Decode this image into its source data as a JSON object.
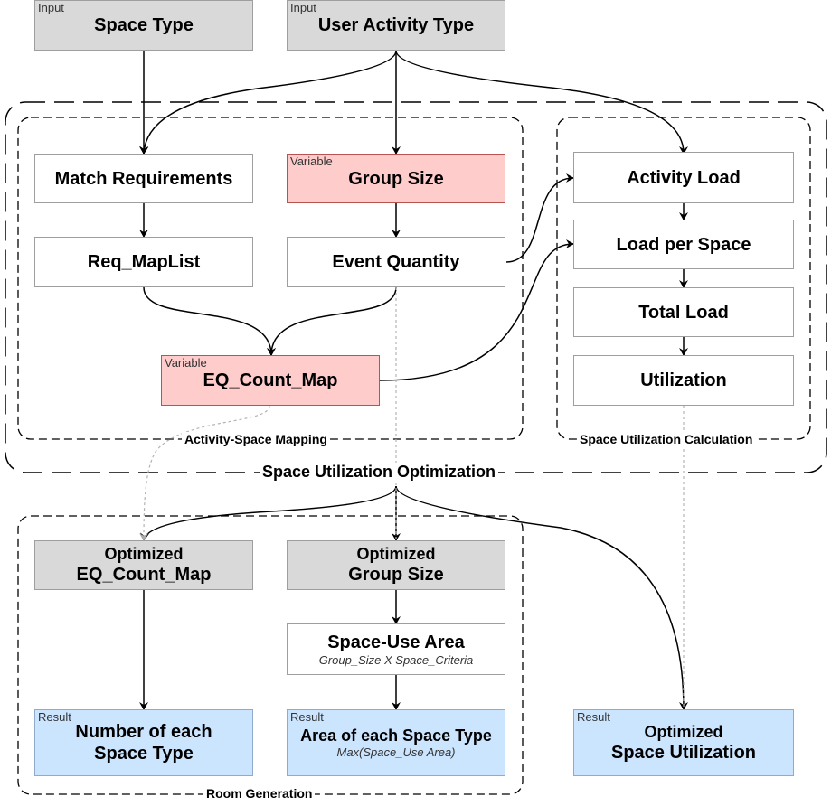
{
  "tags": {
    "input": "Input",
    "variable": "Variable",
    "result": "Result"
  },
  "nodes": {
    "space_type": "Space Type",
    "user_activity_type": "User Activity Type",
    "match_requirements": "Match Requirements",
    "group_size": "Group Size",
    "req_maplist": "Req_MapList",
    "event_quantity": "Event Quantity",
    "eq_count_map": "EQ_Count_Map",
    "activity_load": "Activity Load",
    "load_per_space": "Load per Space",
    "total_load": "Total Load",
    "utilization": "Utilization",
    "opt_eq_line1": "Optimized",
    "opt_eq_line2": "EQ_Count_Map",
    "opt_gs_line1": "Optimized",
    "opt_gs_line2": "Group Size",
    "space_use_area": "Space-Use Area",
    "space_use_area_formula": "Group_Size X Space_Criteria",
    "num_each_line1": "Number of each",
    "num_each_line2": "Space Type",
    "area_each": "Area of each Space Type",
    "area_each_formula": "Max(Space_Use Area)",
    "opt_su_line1": "Optimized",
    "opt_su_line2": "Space Utilization"
  },
  "groups": {
    "activity_space_mapping": "Activity-Space Mapping",
    "space_utilization_calculation": "Space Utilization Calculation",
    "space_utilization_optimization": "Space Utilization Optimization",
    "room_generation": "Room Generation"
  },
  "colors": {
    "input": "#d9d9d9",
    "variable": "#ffcccc",
    "result": "#cce5ff",
    "line": "#000000",
    "dotted_line": "#b3b3b3"
  }
}
